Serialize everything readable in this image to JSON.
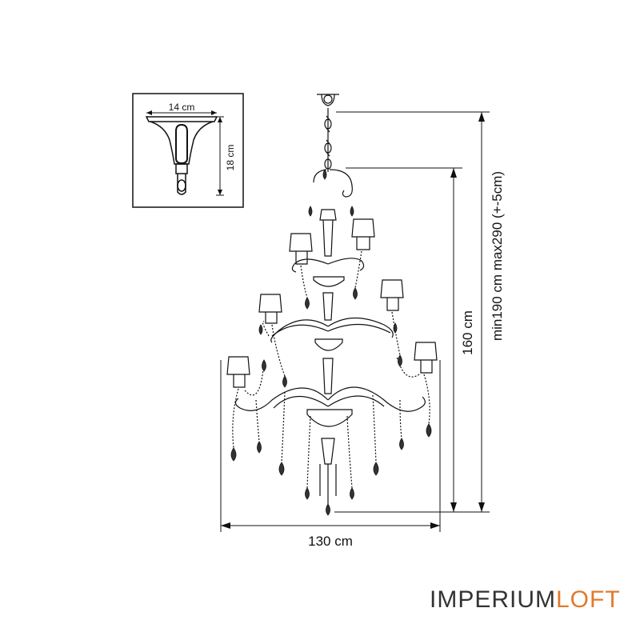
{
  "inset": {
    "width_label": "14 cm",
    "height_label": "18 cm"
  },
  "dimensions": {
    "width_label": "130 cm",
    "height_label": "160 cm",
    "total_height_label": "min190 cm max290 (+-5cm)"
  },
  "brand": {
    "part1": "IMPERIUM",
    "part2": "LOFT",
    "color1": "#333333",
    "color2": "#e07a2c"
  }
}
